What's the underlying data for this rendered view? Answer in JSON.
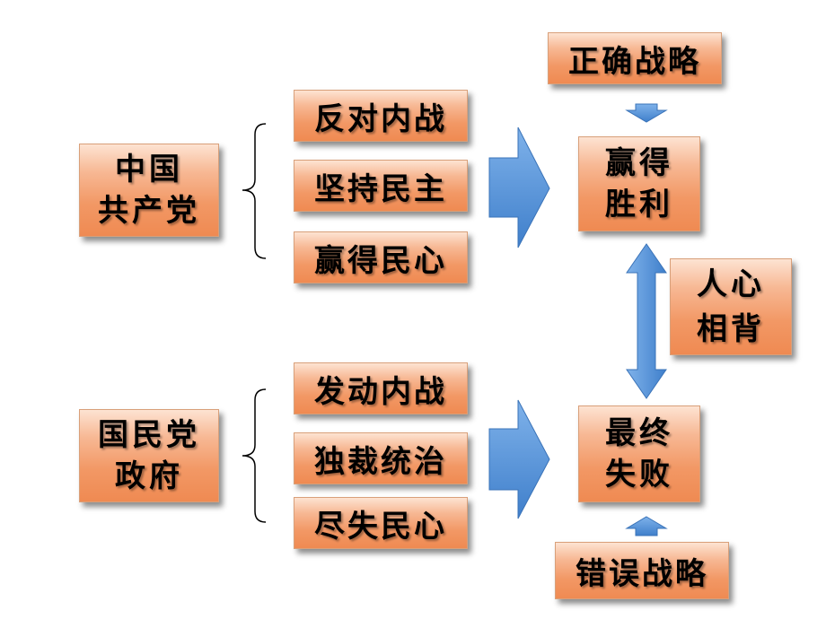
{
  "top_group": {
    "party_line1": "中国",
    "party_line2": "共产党",
    "reasons": [
      "反对内战",
      "坚持民主",
      "赢得民心"
    ],
    "result_line1": "赢得",
    "result_line2": "胜利",
    "strategy": "正确战略"
  },
  "bottom_group": {
    "party_line1": "国民党",
    "party_line2": "政府",
    "reasons": [
      "发动内战",
      "独裁统治",
      "尽失民心"
    ],
    "result_line1": "最终",
    "result_line2": "失败",
    "strategy": "错误战略"
  },
  "middle_label": {
    "line1": "人心",
    "line2": "相背"
  },
  "colors": {
    "box_fill": "#f29865",
    "arrow_fill": "#4f8fd6",
    "bracket": "#000000"
  }
}
